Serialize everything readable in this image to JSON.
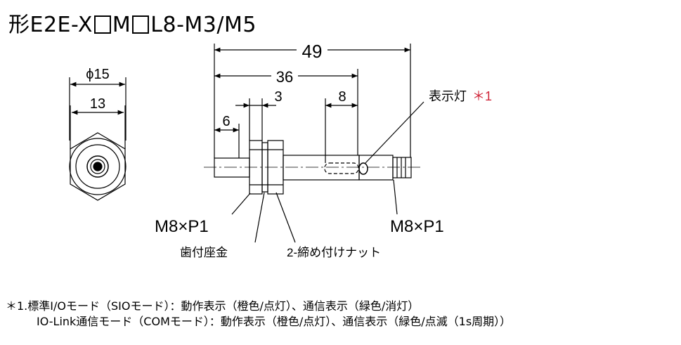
{
  "title": {
    "prefix": "形E2E-X",
    "mid": "M",
    "suffix": "L8-M3/M5"
  },
  "dimensions": {
    "total_length": "49",
    "thread_length": "36",
    "nut_width": "3",
    "sensor_offset": "8",
    "tip_length": "6",
    "outer_diameter": "ϕ15",
    "hex_width": "13"
  },
  "labels": {
    "indicator": "表示灯",
    "indicator_note_mark": "＊1",
    "thread_left": "M8×P1",
    "thread_right": "M8×P1",
    "toothed_washer": "歯付座金",
    "nuts": "2-締め付けナット"
  },
  "notes": {
    "line1": "＊1.標準I/Oモード（SIOモード）：動作表示（橙色/点灯）、通信表示（緑色/消灯）",
    "line2": "IO-Link通信モード（COMモード）：動作表示（橙色/点灯）、通信表示（緑色/点滅（1s周期））"
  },
  "colors": {
    "note_mark": "#d0263a",
    "line": "#000000"
  }
}
